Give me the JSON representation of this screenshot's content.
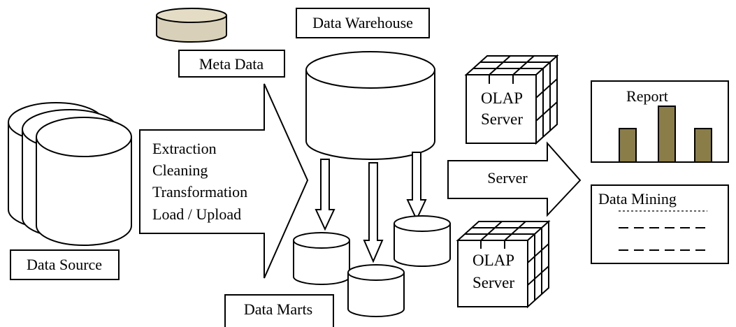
{
  "labels": {
    "data_warehouse": "Data Warehouse",
    "meta_data": "Meta Data",
    "data_source": "Data Source",
    "data_marts": "Data Marts",
    "process_steps": [
      "Extraction",
      "Cleaning",
      "Transformation",
      "Load / Upload"
    ],
    "olap_server_top": [
      "OLAP",
      "Server"
    ],
    "olap_server_bottom": [
      "OLAP",
      "Server"
    ],
    "server": "Server",
    "report": "Report",
    "data_mining": "Data Mining"
  },
  "report_chart": {
    "type": "bar",
    "values": [
      3,
      5,
      3
    ]
  },
  "colors": {
    "meta_cylinder": "#d8d0b8",
    "report_bars": "#8b7d48",
    "stroke": "#000000",
    "background": "#ffffff"
  }
}
